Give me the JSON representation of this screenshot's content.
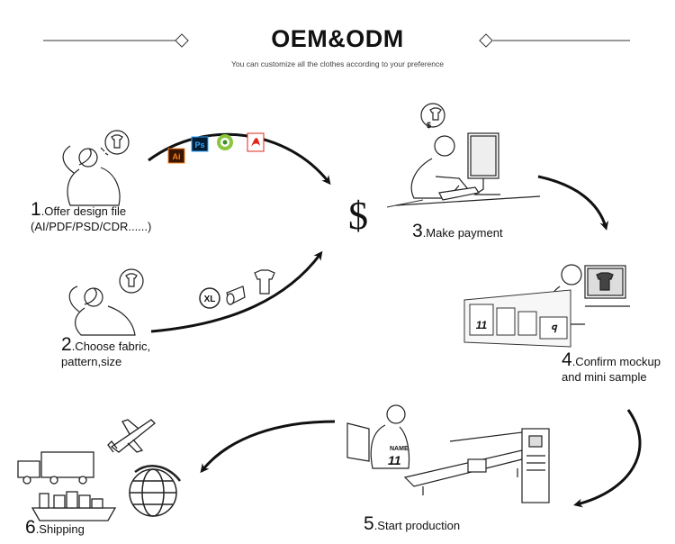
{
  "title": "OEM&ODM",
  "subtitle": "You can customize all the clothes according to your preference",
  "steps": [
    {
      "num": "1",
      "line1": ".Offer design file",
      "line2": "(AI/PDF/PSD/CDR......)"
    },
    {
      "num": "2",
      "line1": ".Choose fabric,",
      "line2": "pattern,size"
    },
    {
      "num": "3",
      "line1": ".Make payment",
      "line2": ""
    },
    {
      "num": "4",
      "line1": ".Confirm mockup",
      "line2": "and mini sample"
    },
    {
      "num": "5",
      "line1": ".Start production",
      "line2": ""
    },
    {
      "num": "6",
      "line1": ".Shipping",
      "line2": ""
    }
  ],
  "file_icons": [
    "Ai",
    "Ps",
    "",
    ""
  ],
  "size_icon": "XL",
  "dollar": "$",
  "sample_labels": {
    "name": "NAME",
    "number": "11",
    "logo": "ꟼ"
  },
  "colors": {
    "ai": "#ff7f18",
    "ps": "#31a8ff",
    "pdf": "#e2231a",
    "green": "#8cc63f"
  }
}
